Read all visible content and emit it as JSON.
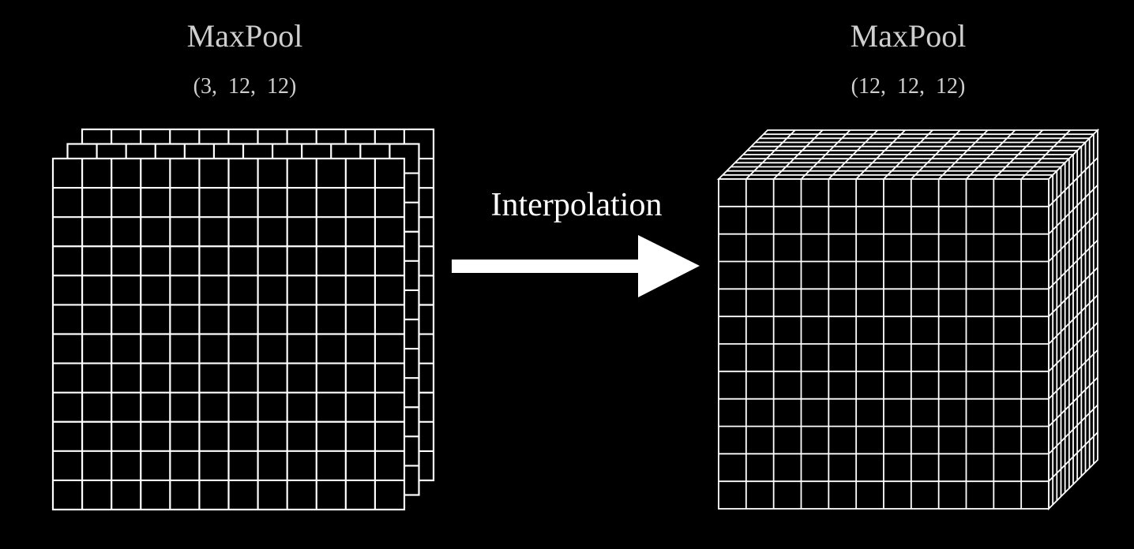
{
  "left_block": {
    "title": "MaxPool",
    "shape": "(3,  12,  12)",
    "channels": 3,
    "height": 12,
    "width": 12
  },
  "right_block": {
    "title": "MaxPool",
    "shape": "(12,  12,  12)",
    "channels": 12,
    "height": 12,
    "width": 12
  },
  "arrow": {
    "label": "Interpolation"
  },
  "colors": {
    "background": "#000000",
    "grid_line": "#ffffff",
    "label_text": "#cfcfcf"
  }
}
